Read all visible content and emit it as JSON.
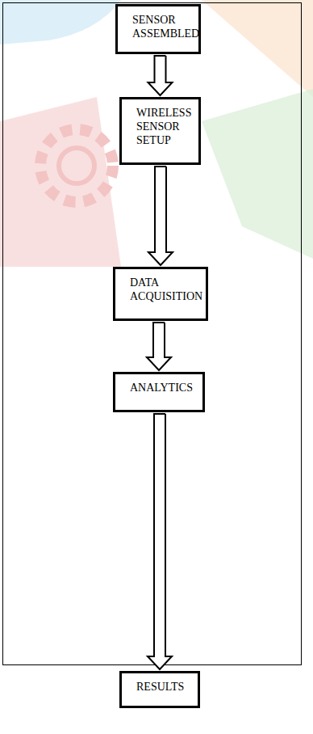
{
  "diagram": {
    "nodes": [
      {
        "text": [
          "SENSOR ASSEMBLED"
        ]
      },
      {
        "text": [
          "WIRELESS SENSOR SETUP"
        ]
      },
      {
        "text": [
          "DATA ACQUISITION"
        ]
      },
      {
        "text": [
          "ANALYTICS"
        ]
      },
      {
        "text": [
          "RESULTS"
        ]
      }
    ],
    "edges": [
      {
        "from": 0,
        "to": 1,
        "arrow": "to"
      },
      {
        "from": 1,
        "to": 2,
        "arrow": "to"
      },
      {
        "from": 2,
        "to": 3,
        "arrow": "to"
      },
      {
        "from": 3,
        "to": 4,
        "arrow": "to"
      }
    ]
  }
}
